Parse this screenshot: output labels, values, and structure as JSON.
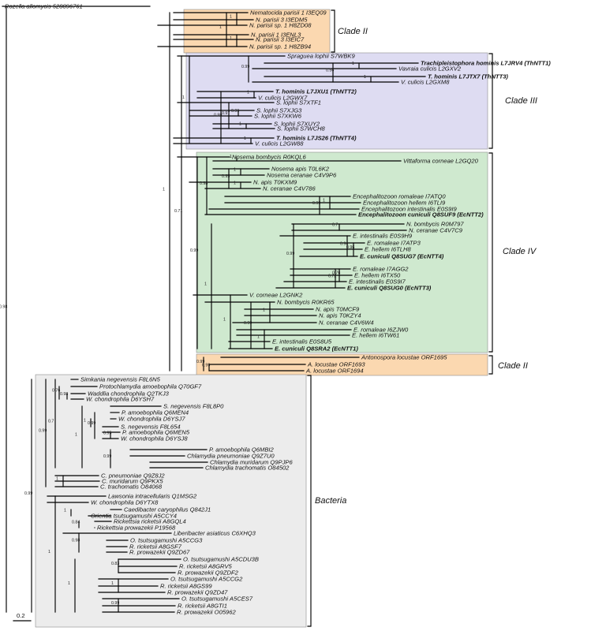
{
  "clades": {
    "clade2a": "Clade II",
    "clade3": "Clade III",
    "clade4": "Clade IV",
    "clade2b": "Clade II",
    "bacteria": "Bacteria"
  },
  "scale_label": "0.2",
  "colors": {
    "clade_ii": "#fbd8b0",
    "clade_iii": "#dedcf2",
    "clade_iv": "#cfe9cf",
    "bacteria": "#ececec"
  },
  "taxa": [
    {
      "text": "Rozella allomycis 528896761"
    },
    {
      "text": "Nematocida parisii 1 I3EQ09"
    },
    {
      "text": "N. parisii 3 I3EDM5"
    },
    {
      "text": "N. parisii sp. 1 H8ZD08"
    },
    {
      "text": "N. parisii 1 I3ENL3"
    },
    {
      "text": "N. parisii 3 I3EIC7"
    },
    {
      "text": "N. parisii sp. 1 H8ZB94"
    },
    {
      "text": "Spraguea lophii S7WBK9"
    },
    {
      "text": "Trachipleistophora hominis L7JRV4 (ThNTT1)",
      "bold": true
    },
    {
      "text": "Vavraia culicis L2GXV2"
    },
    {
      "text": "T. hominis L7JTX7 (ThNTT3)",
      "bold": true
    },
    {
      "text": "V. culicis L2GXM8"
    },
    {
      "text": "T. hominis L7JXU1 (ThNTT2)",
      "bold": true
    },
    {
      "text": "V. culicis L2GWX7"
    },
    {
      "text": "S. lophii S7XTF1"
    },
    {
      "text": "S. lophii S7XJG3"
    },
    {
      "text": "S. lophii S7XKW6"
    },
    {
      "text": "S. lophii S7XUY2"
    },
    {
      "text": "S. lophii S7WCH8"
    },
    {
      "text": "T. hominis L7JS26 (ThNTT4)",
      "bold": true
    },
    {
      "text": "V. culicis L2GW88"
    },
    {
      "text": "Nosema bombycis R0KQL6"
    },
    {
      "text": "Vittaforma corneae L2GQ20"
    },
    {
      "text": "Nosema apis T0L6K2"
    },
    {
      "text": "Nosema ceranae C4V9P6"
    },
    {
      "text": "N. apis T0KXM9"
    },
    {
      "text": "N. ceranae C4V786"
    },
    {
      "text": "Encephalitozoon romaleae I7ATQ0"
    },
    {
      "text": "Encephalitozoon hellem I6TLI9"
    },
    {
      "text": "Encephalitozoon intestinalis E0S9I9"
    },
    {
      "text": "Encephalitozoon cuniculi Q8SUF9 (EcNTT2)",
      "bold": true
    },
    {
      "text": "N. bombycis R0M797"
    },
    {
      "text": "N. ceranae C4V7C9"
    },
    {
      "text": "E. intestinalis E0S9H9"
    },
    {
      "text": "E. romaleae I7ATP3"
    },
    {
      "text": "E. hellem I6TLH8"
    },
    {
      "text": "E. cuniculi Q8SUG7 (EcNTT4)",
      "bold": true
    },
    {
      "text": "E. romaleae I7AGG2"
    },
    {
      "text": "E. hellem I6TX50"
    },
    {
      "text": "E. intestinalis E0S9I7"
    },
    {
      "text": "E. cuniculi Q8SUG0 (EcNTT3)",
      "bold": true
    },
    {
      "text": "V. corneae L2GNK2"
    },
    {
      "text": "N. bombycis R0KR65"
    },
    {
      "text": "N. apis T0MCF9"
    },
    {
      "text": "N. apis T0KZY4"
    },
    {
      "text": "N. ceranae C4V6W4"
    },
    {
      "text": "E. romaleae I6ZJW0"
    },
    {
      "text": "E. hellem I6TW61"
    },
    {
      "text": "E. intestinalis E0S8U5"
    },
    {
      "text": "E. cuniculi Q8SRA2 (EcNTT1)",
      "bold": true
    },
    {
      "text": "Antonospora locustae ORF1695"
    },
    {
      "text": "A. locustae ORF1693"
    },
    {
      "text": "A. locustae ORF1694"
    },
    {
      "text": "Simkania negevensis F8L6N5"
    },
    {
      "text": "Protochlamydia amoebophila Q70GF7"
    },
    {
      "text": "Waddlia chondrophila Q2TKJ3"
    },
    {
      "text": "W. chondrophila D6YSH7"
    },
    {
      "text": "S. negevensis F8L8P0"
    },
    {
      "text": "P. amoebophila Q6MEN4"
    },
    {
      "text": "W. chondrophila D6YSJ7"
    },
    {
      "text": "S. negevensis F8L654"
    },
    {
      "text": "P. amoebophila Q6MEN5"
    },
    {
      "text": "W. chondrophila D6YSJ8"
    },
    {
      "text": "P. amoebophila Q6MBI2"
    },
    {
      "text": "Chlamydia pneumoniae Q9Z7U0"
    },
    {
      "text": "Chlamydia muridarum Q9PJP6"
    },
    {
      "text": "Chlamydia trachomatis O84502"
    },
    {
      "text": "C. pneumoniae Q9Z8J2"
    },
    {
      "text": "C. muridarum Q9PKX5"
    },
    {
      "text": "C. trachomatis O84068"
    },
    {
      "text": "Lawsonia intracellularis Q1MSG2"
    },
    {
      "text": "W. chondrophila D6YTX8"
    },
    {
      "text": "Caedibacter caryophilus Q842J1"
    },
    {
      "text": "Orientia tsutsugamushi A5CCY4"
    },
    {
      "text": "Rickettsia ricketsii A8GQL4"
    },
    {
      "text": "Rickettsia prowazekii P19568"
    },
    {
      "text": "Liberibacter asiaticus C6XHQ3"
    },
    {
      "text": "O. tsutsugamushi A5CCG3"
    },
    {
      "text": "R. ricketsii A8GSF7"
    },
    {
      "text": "R. prowazekii Q9ZD67"
    },
    {
      "text": "O. tsutsugamushi A5CDU3B"
    },
    {
      "text": "R. ricketsii A8GRV5"
    },
    {
      "text": "R. prowazekii Q9ZDF2"
    },
    {
      "text": "O. tsutsugamushi A5CCG2"
    },
    {
      "text": "R. ricketsii A8GS99"
    },
    {
      "text": "R. prowazekii Q9ZD47"
    },
    {
      "text": "O. tsutsugamushi A5CES7"
    },
    {
      "text": "R. ricketsii A8GTI1"
    },
    {
      "text": "R. prowazekii O05962"
    }
  ],
  "support_values": [
    "1",
    "1",
    "1",
    "1",
    "1",
    "0.56",
    "0.99",
    "1",
    "0.99",
    "1",
    "0.97",
    "1",
    "0.99",
    "1",
    "1",
    "1",
    "0.95",
    "1",
    "0.99",
    "1",
    "0.98",
    "0.96",
    "0.94",
    "0.76",
    "0.72",
    "0.7",
    "0.99",
    "1",
    "1",
    "0.99",
    "1",
    "1",
    "0.99",
    "0.99",
    "0.99",
    "0.71",
    "1",
    "0.98",
    "0.76",
    "1",
    "0.95",
    "0.99",
    "0.99",
    "1",
    "0.7",
    "1",
    "0.99",
    "1",
    "0.84",
    "0.98",
    "0.83",
    "1",
    "0.99",
    "1",
    "1",
    "0.99",
    "0.98",
    "1",
    "0.85",
    "1",
    "0.54",
    "1",
    "1",
    "0.89",
    "1",
    "1",
    "1",
    "1",
    "1",
    "0.97",
    "1",
    "1",
    "1",
    "0.95",
    "1",
    "0.99",
    "1",
    "0.76",
    "1",
    "0.99",
    "1",
    "0.88",
    "1"
  ]
}
